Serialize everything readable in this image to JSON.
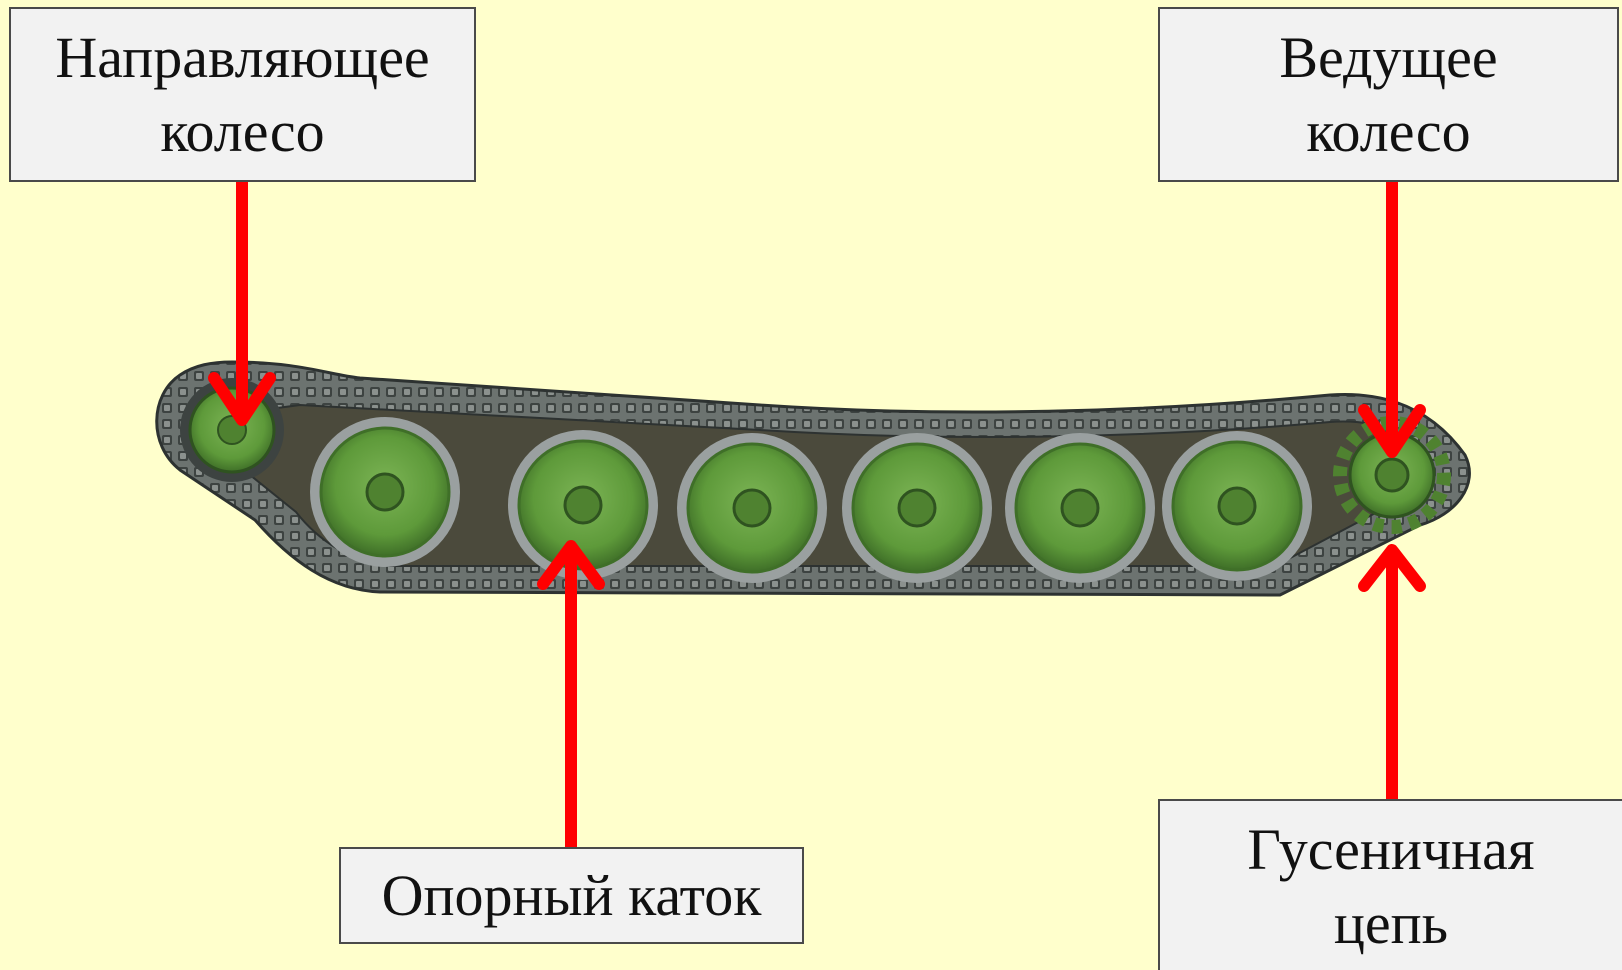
{
  "labels": {
    "idler_wheel": {
      "line1": "Направляющее",
      "line2": "колесо"
    },
    "drive_wheel": {
      "line1": "Ведущее",
      "line2": "колесо"
    },
    "road_wheel": {
      "text": "Опорный каток"
    },
    "track_chain": {
      "line1": "Гусеничная",
      "line2": "цепь"
    }
  },
  "colors": {
    "background": "#ffffcc",
    "label_fill": "#f2f2f2",
    "label_border": "#4a4a4a",
    "arrow": "#ff0000",
    "track": "#5b625f",
    "wheel": "#5e9a3a"
  }
}
